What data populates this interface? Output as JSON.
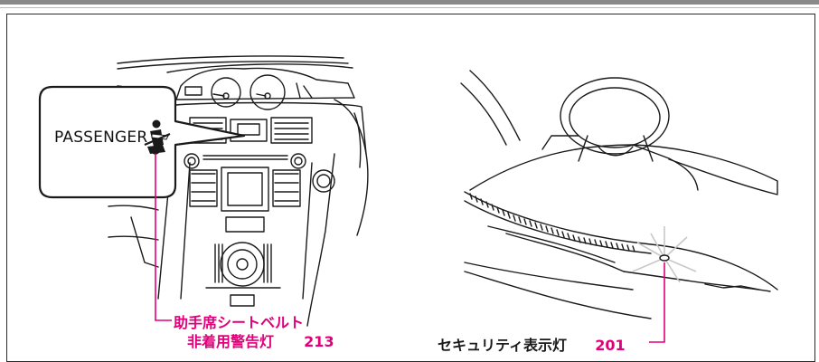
{
  "callout": {
    "passenger_text": "PASSENGER",
    "seatbelt_icon": "seatbelt-person-icon"
  },
  "left_label": {
    "line1": "助手席シートベルト",
    "line2_text": "非着用警告灯",
    "line2_page": "213"
  },
  "right_label": {
    "text": "セキュリティ表示灯",
    "page": "201"
  },
  "colors": {
    "accent": "#e2007a",
    "line": "#1a1a1a",
    "frame": "#2a2a2a"
  }
}
